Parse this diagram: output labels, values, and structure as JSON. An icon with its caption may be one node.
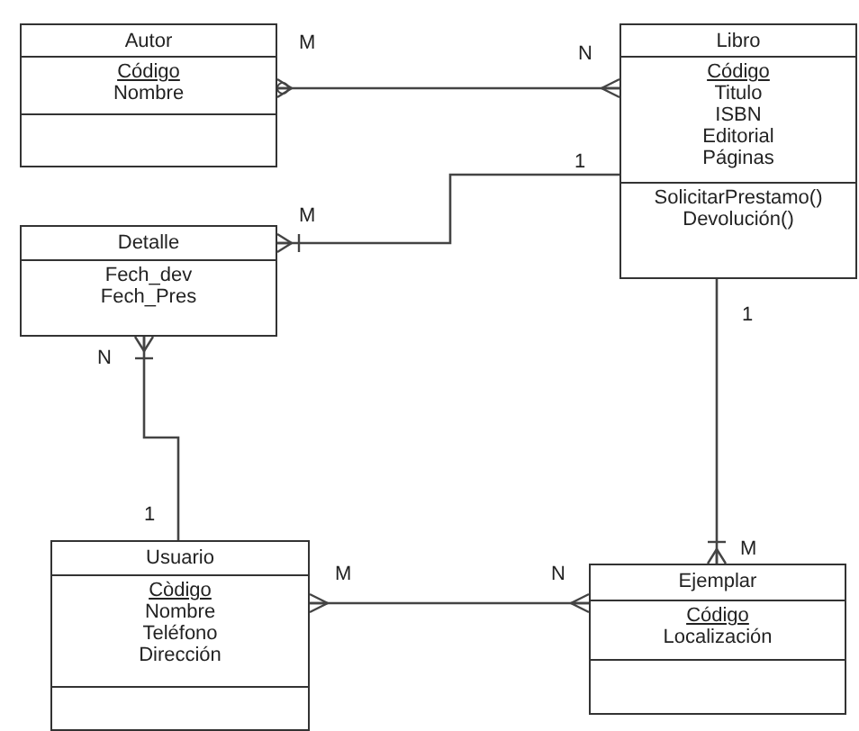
{
  "diagram": {
    "nodes": [
      {
        "text": [
          "Autor",
          "Código",
          "Nombre"
        ]
      },
      {
        "text": [
          "Libro",
          "Código",
          "Titulo",
          "ISBN",
          "Editorial",
          "Páginas",
          "SolicitarPrestamo()",
          "Devolución()"
        ]
      },
      {
        "text": [
          "Detalle",
          "Fech_dev",
          "Fech_Pres"
        ]
      },
      {
        "text": [
          "Usuario",
          "Còdigo",
          "Nombre",
          "Teléfono",
          "Dirección"
        ]
      },
      {
        "text": [
          "Ejemplar",
          "Código",
          "Localización"
        ]
      }
    ],
    "edges": [
      {
        "from": 0,
        "to": 1,
        "arrow": "other"
      },
      {
        "from": 2,
        "to": 1,
        "arrow": "other"
      },
      {
        "from": 2,
        "to": 3,
        "arrow": "other"
      },
      {
        "from": 3,
        "to": 4,
        "arrow": "other"
      },
      {
        "from": 1,
        "to": 4,
        "arrow": "other"
      }
    ],
    "labels": [
      "M",
      "N",
      "1",
      "M",
      "1",
      "N",
      "1",
      "M",
      "M",
      "N"
    ]
  }
}
